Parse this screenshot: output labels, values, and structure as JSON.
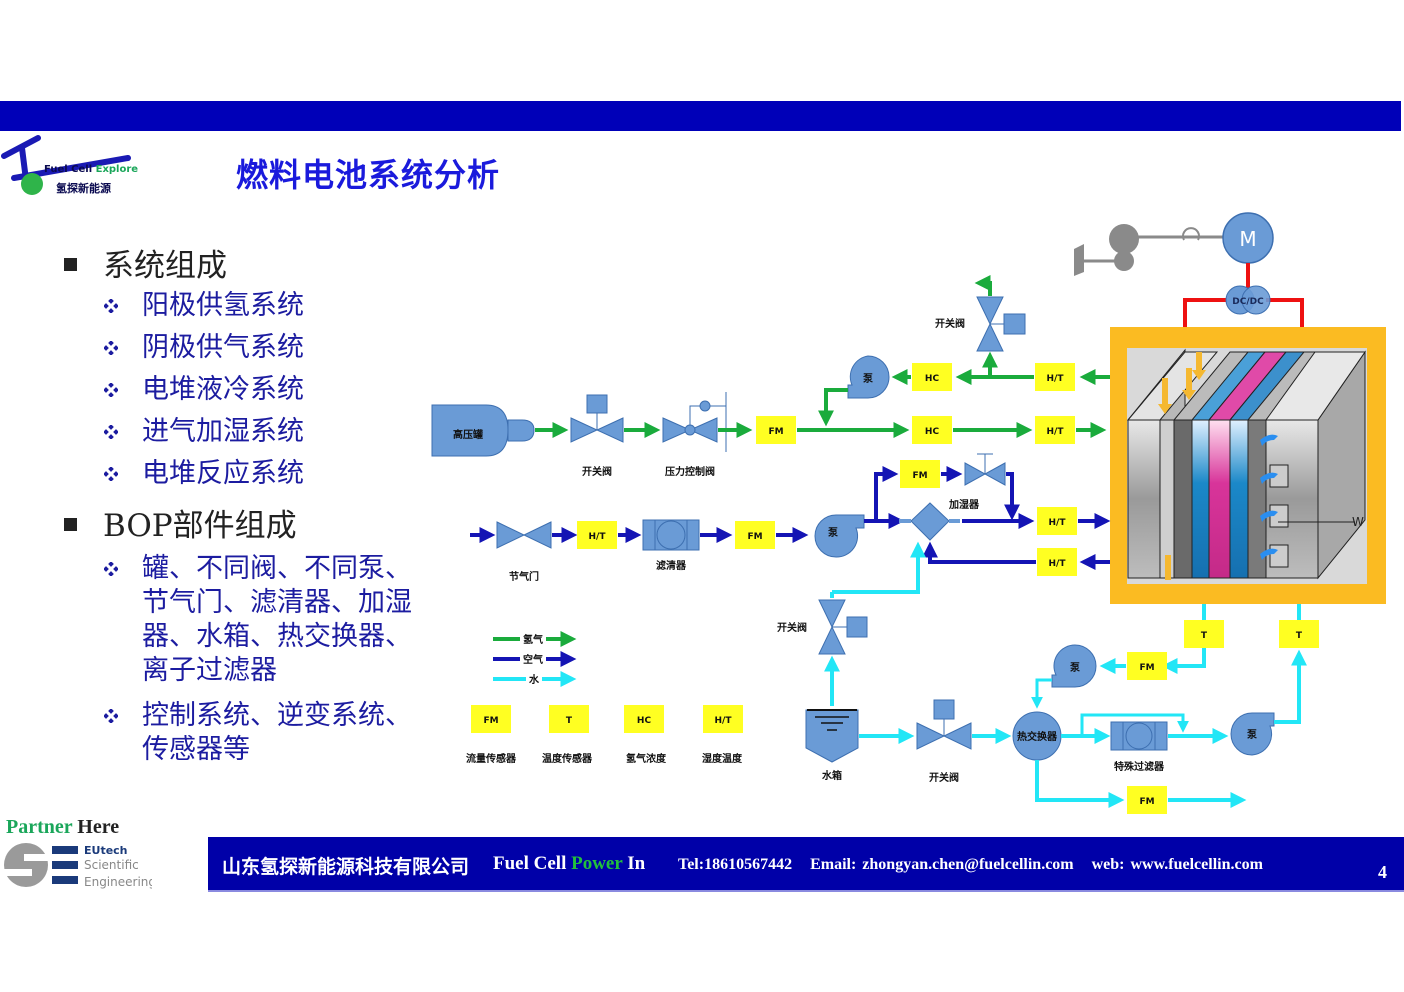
{
  "header": {
    "logo_brand_en_1": "Fuel Cell ",
    "logo_brand_en_2": "Explore",
    "logo_brand_cn": "氢探新能源",
    "title": "燃料电池系统分析"
  },
  "outline": {
    "sections": [
      {
        "heading": "系统组成",
        "items": [
          "阳极供氢系统",
          "阴极供气系统",
          "电堆液冷系统",
          "进气加湿系统",
          "电堆反应系统"
        ]
      },
      {
        "heading": "BOP部件组成",
        "items": [
          [
            "罐、不同阀、不同泵、",
            "节气门、滤清器、加湿",
            "器、水箱、热交换器、",
            "离子过滤器"
          ],
          [
            "控制系统、逆变系统、",
            "传感器等"
          ]
        ]
      }
    ]
  },
  "diagram": {
    "colors": {
      "hydrogen": "#1aab3c",
      "air": "#1414b4",
      "water": "#22e6f6",
      "power": "#ee1111",
      "component": "#6a9bd6",
      "sensor": "#ffff22",
      "stack_frame": "#fbbb22"
    },
    "hydrogen_line": {
      "tank": "高压罐",
      "switch_valve": "开关阀",
      "pressure_valve": "压力控制阀",
      "sensor_fm": "FM",
      "sensor_hc_1": "HC",
      "sensor_hc_2": "HC",
      "sensor_ht_in": "H/T",
      "sensor_ht_out": "H/T",
      "pump": "泵",
      "vent_valve": "开关阀"
    },
    "air_line": {
      "throttle": "节气门",
      "sensor_ht_1": "H/T",
      "filter": "滤清器",
      "sensor_fm_1": "FM",
      "pump": "泵",
      "sensor_fm_2": "FM",
      "humidifier": "加湿器",
      "sensor_ht_in": "H/T",
      "sensor_ht_out": "H/T"
    },
    "water_line": {
      "valve_up": "开关阀",
      "tank": "水箱",
      "valve": "开关阀",
      "heat_exchanger": "热交换器",
      "special_filter": "特殊过滤器",
      "pump_1": "泵",
      "pump_2": "泵",
      "sensor_fm_1": "FM",
      "sensor_fm_2": "FM",
      "sensor_t_1": "T",
      "sensor_t_2": "T"
    },
    "power": {
      "motor": "M",
      "converter": "DC/DC",
      "stack_mark": "W"
    },
    "legend": {
      "flows": [
        {
          "label": "氢气",
          "color": "#1aab3c"
        },
        {
          "label": "空气",
          "color": "#1414b4"
        },
        {
          "label": "水",
          "color": "#22e6f6"
        }
      ],
      "sensors": [
        {
          "code": "FM",
          "label": "流量传感器"
        },
        {
          "code": "T",
          "label": "温度传感器"
        },
        {
          "code": "HC",
          "label": "氢气浓度"
        },
        {
          "code": "H/T",
          "label": "湿度温度"
        }
      ]
    }
  },
  "footer": {
    "partner_1": "Partner ",
    "partner_2": "Here",
    "eu_1": "EUtech",
    "eu_2": "Scientific",
    "eu_3": "Engineering",
    "company_cn": "山东氢探新能源科技有限公司",
    "company_en_1": "Fuel Cell ",
    "company_en_2": "Power",
    "company_en_3": " In",
    "contact": "Tel:18610567442   Email: zhongyan.chen@fuelcellin.com   web: www.fuelcellin.com",
    "page_number": "4"
  }
}
